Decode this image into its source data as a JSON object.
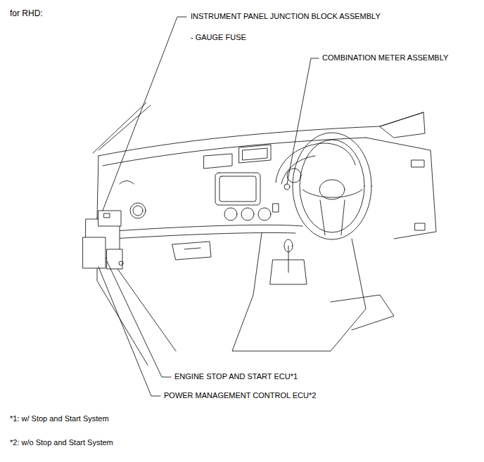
{
  "diagram": {
    "title": "for RHD:",
    "labels": [
      "INSTRUMENT PANEL JUNCTION BLOCK ASSEMBLY",
      "- GAUGE FUSE",
      "COMBINATION METER ASSEMBLY",
      "ENGINE STOP AND START ECU*1",
      "POWER MANAGEMENT CONTROL ECU*2",
      "*1: w/ Stop and Start System",
      "*2: w/o Stop and Start System"
    ]
  }
}
